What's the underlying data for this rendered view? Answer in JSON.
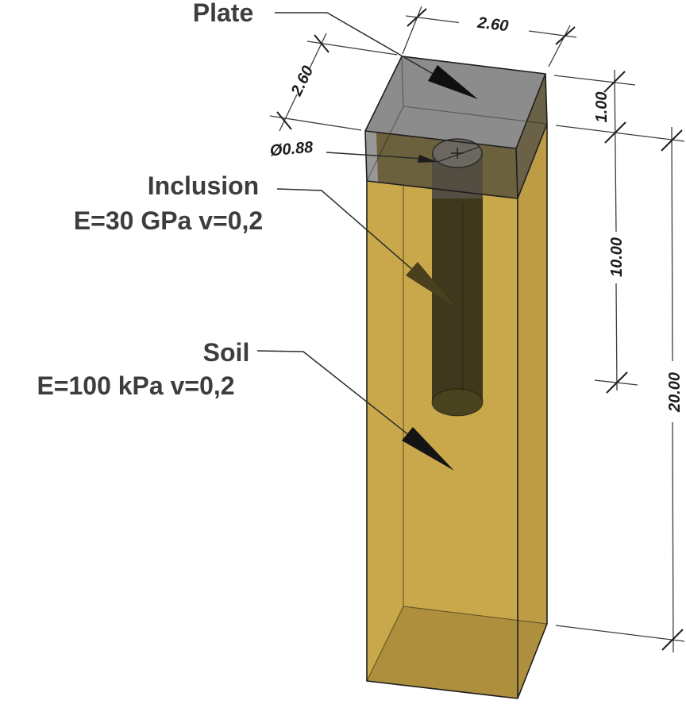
{
  "diagram": {
    "labels": {
      "plate": "Plate",
      "inclusion": "Inclusion",
      "inclusion_props": "E=30 GPa v=0,2",
      "soil": "Soil",
      "soil_props": "E=100 kPa v=0,2"
    },
    "dimensions": {
      "plate_width_top": "2.60",
      "plate_width_side": "2.60",
      "inclusion_diameter": "Ø0.88",
      "plate_thickness": "1.00",
      "inclusion_length": "10.00",
      "soil_depth": "20.00"
    },
    "colors": {
      "soil_face": "#C9A84B",
      "soil_face_right": "#BD9C45",
      "soil_bottom": "#AD8F3E",
      "soil_top_under_plate": "#6B613C",
      "plate_gray": "#8C8C8C",
      "inclusion_dark": "#3E381C"
    }
  }
}
